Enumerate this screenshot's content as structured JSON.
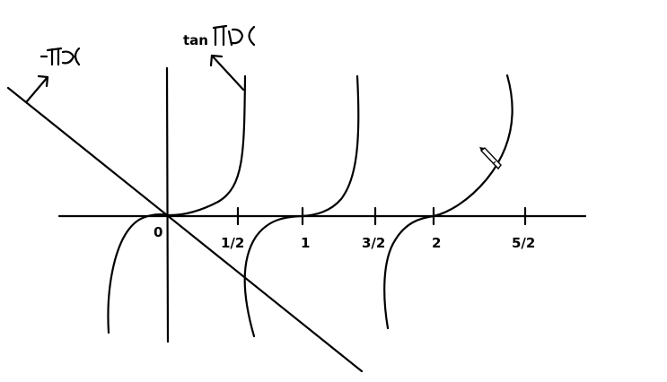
{
  "diagram": {
    "ticks": [
      {
        "id": "tick-0",
        "label": "0"
      },
      {
        "id": "tick-half",
        "label": "1/2"
      },
      {
        "id": "tick-1",
        "label": "1"
      },
      {
        "id": "tick-3half",
        "label": "3/2"
      },
      {
        "id": "tick-2",
        "label": "2"
      },
      {
        "id": "tick-5half",
        "label": "5/2"
      }
    ],
    "labels": {
      "tan_prefix": "tan"
    },
    "colors": {
      "ink": "#000000",
      "background": "#ffffff"
    },
    "icons": [
      "pencil-cursor-icon"
    ]
  }
}
